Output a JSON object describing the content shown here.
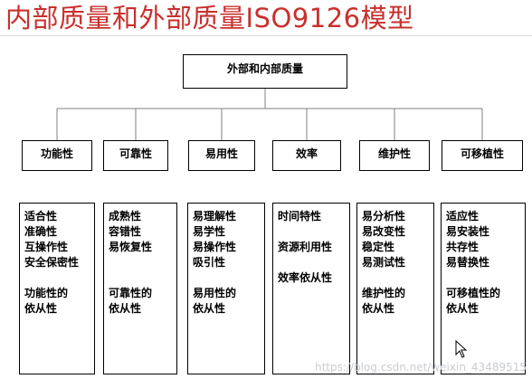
{
  "title": "内部质量和外部质量ISO9126模型",
  "root": "外部和内部质量",
  "categories": [
    {
      "name": "功能性",
      "details": [
        "适合性",
        "准确性",
        "互操作性",
        "安全保密性",
        "",
        "功能性的",
        "依从性"
      ]
    },
    {
      "name": "可靠性",
      "details": [
        "成熟性",
        "容错性",
        "易恢复性",
        "",
        "",
        "可靠性的",
        "依从性"
      ]
    },
    {
      "name": "易用性",
      "details": [
        "易理解性",
        "易学性",
        "易操作性",
        "吸引性",
        "",
        "易用性的",
        "依从性"
      ]
    },
    {
      "name": "效率",
      "details": [
        "时间特性",
        "",
        "资源利用性",
        "",
        "效率依从性"
      ]
    },
    {
      "name": "维护性",
      "details": [
        "易分析性",
        "易改变性",
        "稳定性",
        "易测试性",
        "",
        "维护性的",
        "依从性"
      ]
    },
    {
      "name": "可移植性",
      "details": [
        "适应性",
        "易安装性",
        "共存性",
        "易替换性",
        "",
        "可移植性的",
        "依从性"
      ]
    }
  ],
  "watermark": "https://blog.csdn.net/weixin_43489515",
  "colors": {
    "title": "#c8302d",
    "border": "#000000",
    "connector": "#808080"
  }
}
